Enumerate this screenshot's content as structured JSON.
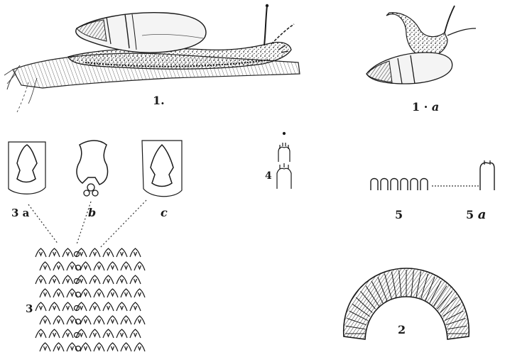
{
  "plate": {
    "figures": [
      {
        "id": "fig-1",
        "label": "1.",
        "subject": "snail-crawling-on-branch"
      },
      {
        "id": "fig-1a",
        "label": "1",
        "label_suffix": "a",
        "subject": "snail-side-view"
      },
      {
        "id": "fig-2",
        "label": "2",
        "subject": "jaw"
      },
      {
        "id": "fig-3",
        "label": "3",
        "subject": "radula-teeth-rows"
      },
      {
        "id": "fig-3a",
        "label": "3 a",
        "subject": "central-tooth-enlarged"
      },
      {
        "id": "fig-3b",
        "label": "b",
        "subject": "lateral-tooth-enlarged"
      },
      {
        "id": "fig-3c",
        "label": "c",
        "subject": "marginal-tooth-enlarged"
      },
      {
        "id": "fig-4",
        "label": "4",
        "subject": "small-teeth"
      },
      {
        "id": "fig-5",
        "label": "5",
        "subject": "tooth-row"
      },
      {
        "id": "fig-5a",
        "label": "5",
        "label_suffix": "a",
        "subject": "single-tooth"
      }
    ]
  }
}
